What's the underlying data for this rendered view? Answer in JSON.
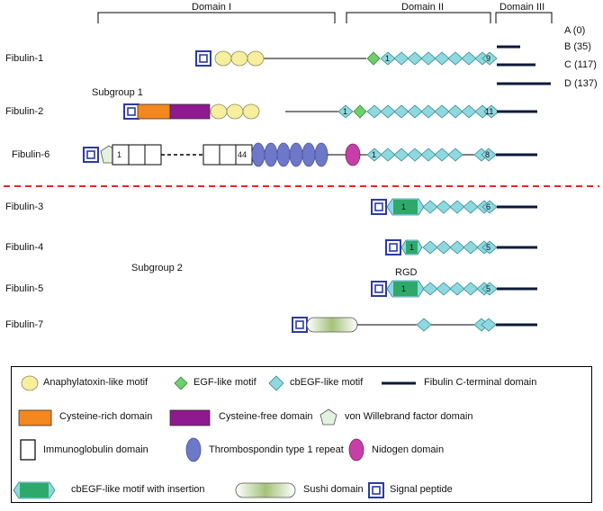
{
  "domains": {
    "d1": "Domain I",
    "d2": "Domain II",
    "d3": "Domain III"
  },
  "isoforms": {
    "a": "A (0)",
    "b": "B (35)",
    "c": "C (117)",
    "d": "D (137)"
  },
  "subgroups": {
    "s1": "Subgroup 1",
    "s2": "Subgroup 2"
  },
  "proteins": {
    "f1": "Fibulin-1",
    "f2": "Fibulin-2",
    "f6": "Fibulin-6",
    "f3": "Fibulin-3",
    "f4": "Fibulin-4",
    "f5": "Fibulin-5",
    "f7": "Fibulin-7"
  },
  "counts": {
    "f1_first": "1",
    "f1_last": "9",
    "f2_first": "1",
    "f2_last": "11",
    "f6_ig_first": "1",
    "f6_ig_last": "44",
    "f6_first": "1",
    "f6_last": "8",
    "f3_first": "1",
    "f3_last": "6",
    "f4_first": "1",
    "f4_last": "5",
    "f5_first": "1",
    "f5_last": "5"
  },
  "rgd": "RGD",
  "legend": {
    "anaphylatoxin": "Anaphylatoxin-like motif",
    "egf": "EGF-like motif",
    "cbegf": "cbEGF-like motif",
    "fibulin_c": "Fibulin C-terminal domain",
    "cys_rich": "Cysteine-rich domain",
    "cys_free": "Cysteine-free domain",
    "vwf": "von Willebrand factor domain",
    "ig": "Immunoglobulin domain",
    "tsp": "Thrombospondin type 1 repeat",
    "nidogen": "Nidogen domain",
    "cbegf_ins": "cbEGF-like motif with insertion",
    "sushi": "Sushi domain",
    "signal": "Signal peptide"
  },
  "colors": {
    "anaphylatoxin": "#f7ef9e",
    "egf": "#6fce6f",
    "cbegf": "#8fd8de",
    "fibulin_c": "#0b1a3a",
    "cys_rich": "#f5871f",
    "cys_free": "#8e1a8e",
    "vwf": "#e3f2df",
    "tsp": "#6e78c8",
    "nidogen": "#c63fa6",
    "cbegf_ins_core": "#2fa86b",
    "signal": "#2b3aa6",
    "separator": "#e8261f"
  }
}
